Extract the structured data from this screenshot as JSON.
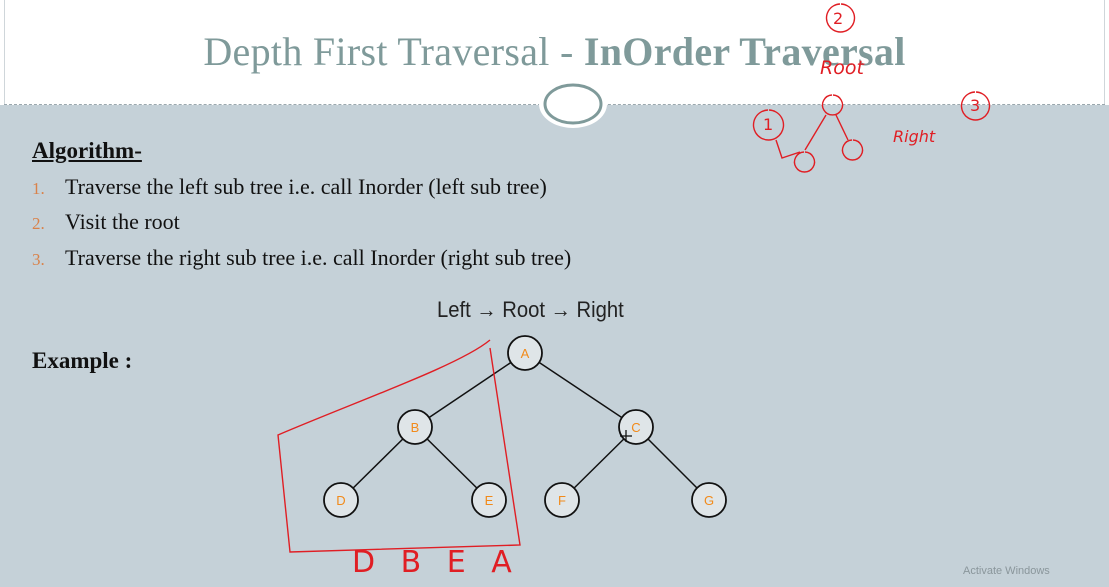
{
  "header": {
    "title_plain": "Depth First Traversal - ",
    "title_bold": "InOrder Traversal"
  },
  "content": {
    "algorithm_heading": "Algorithm-",
    "steps": [
      {
        "num": "1.",
        "text": "Traverse the left sub tree i.e. call Inorder (left sub tree)"
      },
      {
        "num": "2.",
        "text": "Visit the root"
      },
      {
        "num": "3.",
        "text": "Traverse the right sub tree i.e. call Inorder (right sub tree)"
      }
    ],
    "order_label": "Left → Root → Right",
    "example_label": "Example :"
  },
  "tree": {
    "nodes": [
      "A",
      "B",
      "C",
      "D",
      "E",
      "F",
      "G"
    ],
    "node_text_color": "#f28a1a"
  },
  "annotations": {
    "traversal_result": "D B E A",
    "root_note": "Root",
    "right_note": "Right",
    "ink_color": "#e01e24"
  },
  "watermark": "Activate Windows"
}
